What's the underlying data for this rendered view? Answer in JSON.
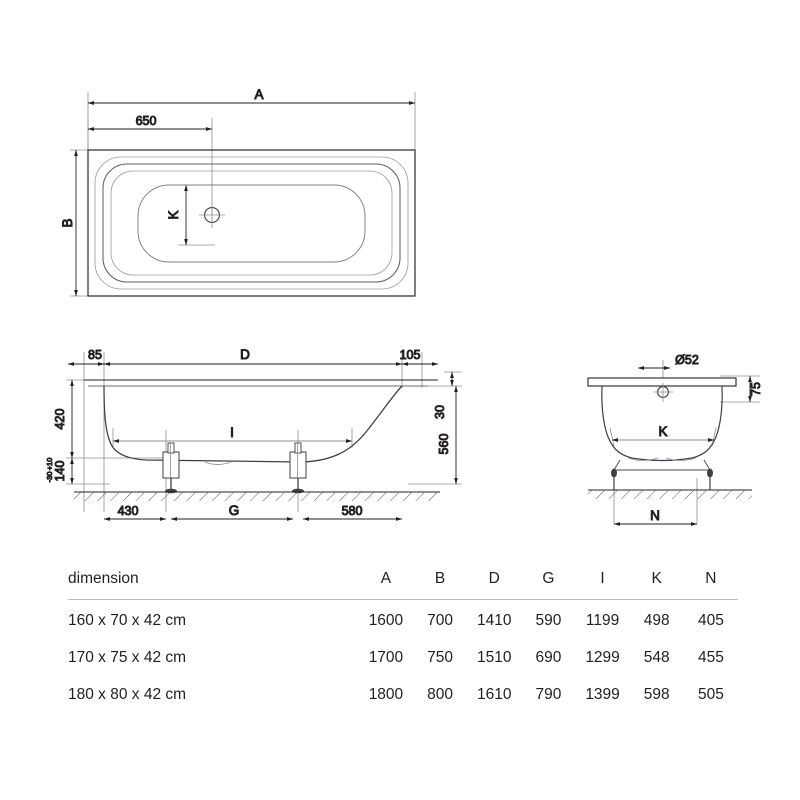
{
  "document": {
    "type": "technical-dimension-drawing",
    "subject": "rectangular built-in bathtub",
    "line_color": "#231f20",
    "background_color": "#ffffff"
  },
  "views": {
    "top_view": {
      "name": "plan view",
      "labels": {
        "overall_length": "A",
        "overall_width": "B",
        "waste_offset": "650",
        "waste_to_edge": "K"
      }
    },
    "side_view": {
      "name": "front elevation",
      "labels": {
        "left_overhang": "85",
        "rim_length": "D",
        "right_overhang": "105",
        "rim_thickness": "30",
        "total_height": "560",
        "bath_depth": "420",
        "foot_height": "140",
        "foot_tolerance_plus": "+10",
        "foot_tolerance_minus": "-30",
        "inner_bottom_length": "I",
        "left_foot_offset": "430",
        "foot_spacing": "G",
        "right_foot_offset": "580"
      }
    },
    "end_view": {
      "name": "side elevation",
      "labels": {
        "waste_diameter": "Ø52",
        "rim_to_waste": "75",
        "inner_width": "K",
        "foot_spacing": "N"
      }
    }
  },
  "table": {
    "headers": [
      "dimension",
      "A",
      "B",
      "D",
      "G",
      "I",
      "K",
      "N"
    ],
    "rows": [
      {
        "dimension": "160 x 70 x 42 cm",
        "A": "1600",
        "B": "700",
        "D": "1410",
        "G": "590",
        "I": "1199",
        "K": "498",
        "N": "405"
      },
      {
        "dimension": "170 x 75 x 42 cm",
        "A": "1700",
        "B": "750",
        "D": "1510",
        "G": "690",
        "I": "1299",
        "K": "548",
        "N": "455"
      },
      {
        "dimension": "180 x 80 x 42 cm",
        "A": "1800",
        "B": "800",
        "D": "1610",
        "G": "790",
        "I": "1399",
        "K": "598",
        "N": "505"
      }
    ]
  }
}
